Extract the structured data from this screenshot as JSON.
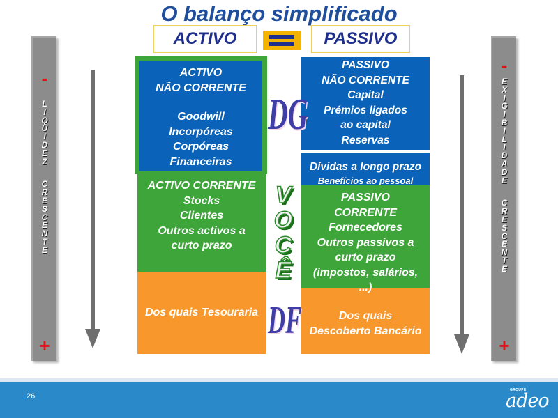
{
  "title": "O balanço simplificado",
  "header": {
    "left": "ACTIVO",
    "right": "PASSIVO"
  },
  "left_scale": {
    "top_sign": "-",
    "bottom_sign": "+",
    "word1": [
      "L",
      "I",
      "Q",
      "U",
      "I",
      "D",
      "E",
      "Z"
    ],
    "word2": [
      "C",
      "R",
      "E",
      "S",
      "C",
      "E",
      "N",
      "T",
      "E"
    ]
  },
  "right_scale": {
    "top_sign": "-",
    "bottom_sign": "+",
    "word1": [
      "E",
      "X",
      "I",
      "G",
      "I",
      "B",
      "I",
      "L",
      "I",
      "D",
      "A",
      "D",
      "E"
    ],
    "word2": [
      "C",
      "R",
      "E",
      "S",
      "C",
      "E",
      "N",
      "T",
      "E"
    ]
  },
  "activo": {
    "nao_corrente": [
      "ACTIVO",
      "NÃO CORRENTE",
      "",
      "Goodwill",
      "Incorpóreas",
      "Corpóreas",
      "Financeiras"
    ],
    "corrente": [
      "ACTIVO CORRENTE",
      "Stocks",
      "Clientes",
      "Outros activos a",
      "curto prazo"
    ],
    "tesouraria": "Dos quais Tesouraria"
  },
  "passivo": {
    "capitais": [
      "PASSIVO",
      "NÃO CORRENTE",
      "Capital",
      "Prémios ligados",
      "ao capital",
      "Reservas"
    ],
    "longo_prazo": [
      "Dívidas a longo prazo",
      "Benefícios ao pessoal"
    ],
    "corrente": [
      "PASSIVO",
      "CORRENTE",
      "Fornecedores",
      "Outros passivos a",
      "curto prazo",
      "(impostos, salários,",
      "...)"
    ],
    "descoberto": [
      "Dos quais",
      "Descoberto Bancário"
    ]
  },
  "decorations": {
    "dg": "DG",
    "voce": [
      "V",
      "O",
      "C",
      "Ê"
    ],
    "df": "DF"
  },
  "footer": {
    "slide_number": "26",
    "logo_small": "GROUPE",
    "logo": "adeo"
  },
  "colors": {
    "green": "#3ea53a",
    "blue": "#0a63b8",
    "orange": "#f8982c",
    "title": "#1f4e9c",
    "accent": "#f2b400"
  }
}
